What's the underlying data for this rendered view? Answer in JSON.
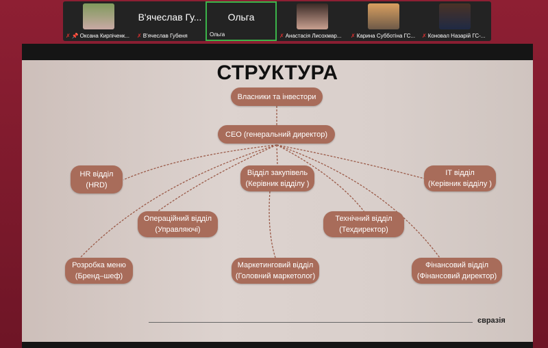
{
  "participants": [
    {
      "name": "Оксана Кирпіченк...",
      "pinned": true,
      "muted": true,
      "thumb_color": "#8fa070"
    },
    {
      "name": "В'ячеслав Губеня",
      "display": "В'ячеслав Гу...",
      "muted": true
    },
    {
      "name": "Ольга",
      "display": "Ольга",
      "active": true
    },
    {
      "name": "Анастасія Лисохмар...",
      "muted": true,
      "thumb_color": "#b89a8c"
    },
    {
      "name": "Карина Субботіна ГС...",
      "muted": true,
      "thumb_color": "#8a7460"
    },
    {
      "name": "Коновал Назарій ГС-...",
      "muted": true,
      "thumb_color": "#3a2a22"
    }
  ],
  "slide": {
    "title": "СТРУКТУРА",
    "nodes": {
      "owners": [
        "Власники та інвестори"
      ],
      "ceo": [
        "CEO (генеральний директор)"
      ],
      "hr": [
        "HR відділ",
        "(HRD)"
      ],
      "purchasing": [
        "Відділ закупівель",
        "(Керівник відділу )"
      ],
      "it": [
        "IT відділ",
        "(Керівник відділу )"
      ],
      "operations": [
        "Операційний відділ",
        "(Управляючі)"
      ],
      "technical": [
        "Технічний відділ",
        "(Техдиректор)"
      ],
      "menu": [
        "Розробка меню",
        "(Бренд–шеф)"
      ],
      "marketing": [
        "Маркетинговий відділ",
        "(Головний маркетолог)"
      ],
      "finance": [
        "Фінансовий відділ",
        "(Фінансовий директор)"
      ]
    },
    "brand": "євразія"
  },
  "colors": {
    "node": "#a86c5a",
    "active_border": "#3bb54a",
    "frame": "#7d1a2c"
  }
}
